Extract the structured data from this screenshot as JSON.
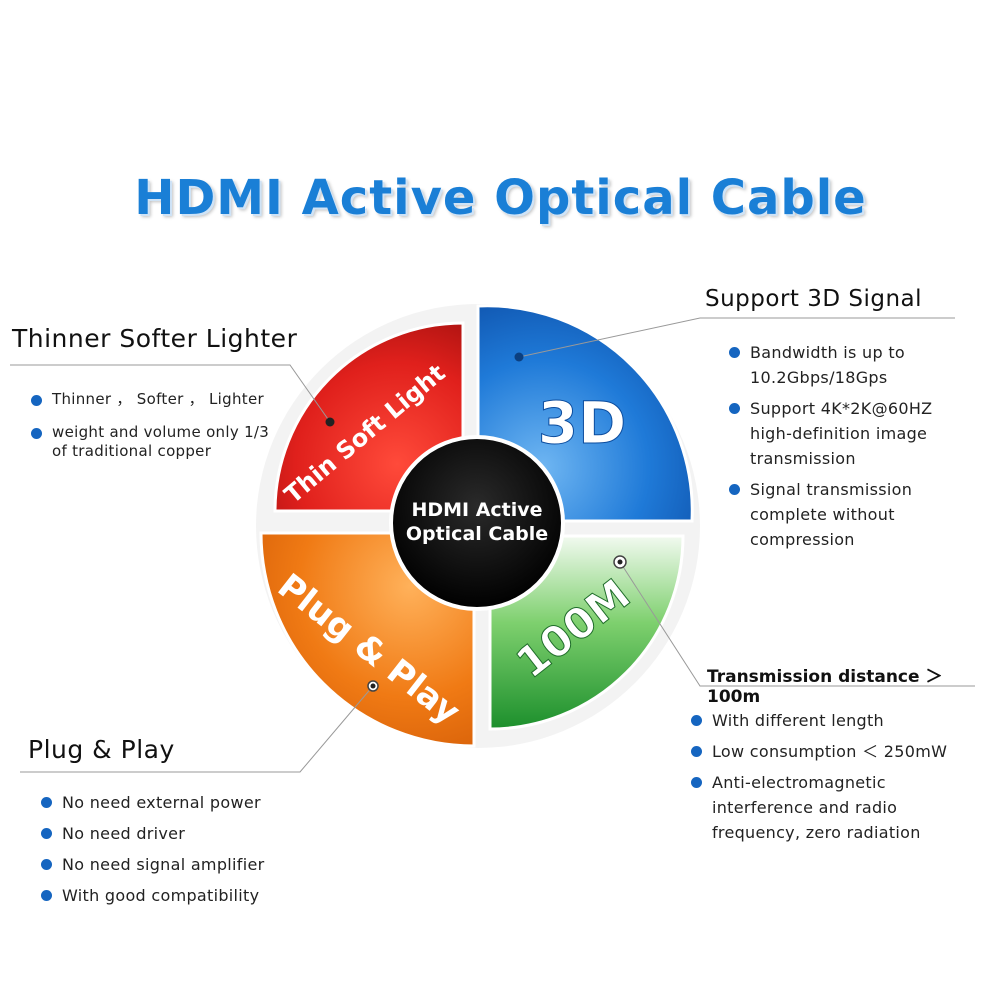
{
  "title": "HDMI Active Optical Cable",
  "center_label": [
    "HDMI Active",
    "Optical Cable"
  ],
  "quadrants": {
    "top_left": {
      "label": "Thin Soft Light",
      "color": "#e0201c"
    },
    "top_right": {
      "label": "3D",
      "color": "#1a74d6"
    },
    "bottom_left": {
      "label": "Plug & Play",
      "color": "#f07a14"
    },
    "bottom_right": {
      "label": "100M",
      "color": "#2a9e3a"
    }
  },
  "thinner": {
    "heading": "Thinner Softer Lighter",
    "items": [
      "Thinner ， Softer ， Lighter",
      "weight and volume only 1/3 of traditional copper"
    ]
  },
  "support3d": {
    "heading": "Support 3D Signal",
    "items": [
      "Bandwidth is up to 10.2Gbps/18Gps",
      "Support 4K*2K@60HZ high-definition image transmission",
      "Signal transmission complete without compression"
    ]
  },
  "transmission": {
    "heading": "Transmission distance ＞ 100m",
    "items": [
      "With different length",
      "Low consumption ＜ 250mW",
      "Anti-electromagnetic interference and radio frequency, zero radiation"
    ]
  },
  "plugplay": {
    "heading": "Plug & Play",
    "items": [
      "No need external power",
      "No need driver",
      "No need signal amplifier",
      "With good compatibility"
    ]
  }
}
